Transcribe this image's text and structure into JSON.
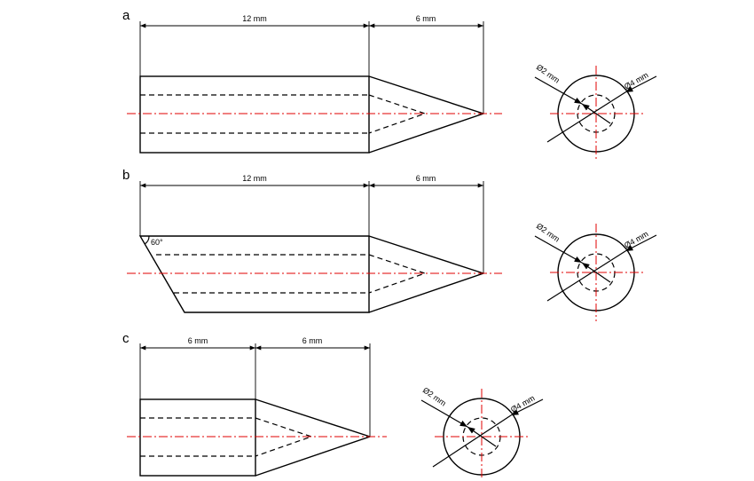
{
  "panels": [
    {
      "label": "a",
      "dim_left": "12 mm",
      "dim_right": "6 mm",
      "diam_small": "Ø2 mm",
      "diam_large": "Ø4 mm"
    },
    {
      "label": "b",
      "dim_left": "12 mm",
      "dim_right": "6 mm",
      "angle": "60°",
      "diam_small": "Ø2 mm",
      "diam_large": "Ø4 mm"
    },
    {
      "label": "c",
      "dim_left": "6 mm",
      "dim_right": "6 mm",
      "diam_small": "Ø2 mm",
      "diam_large": "Ø4 mm"
    }
  ],
  "colors": {
    "outline": "#000000",
    "centerline": "#e00000"
  }
}
